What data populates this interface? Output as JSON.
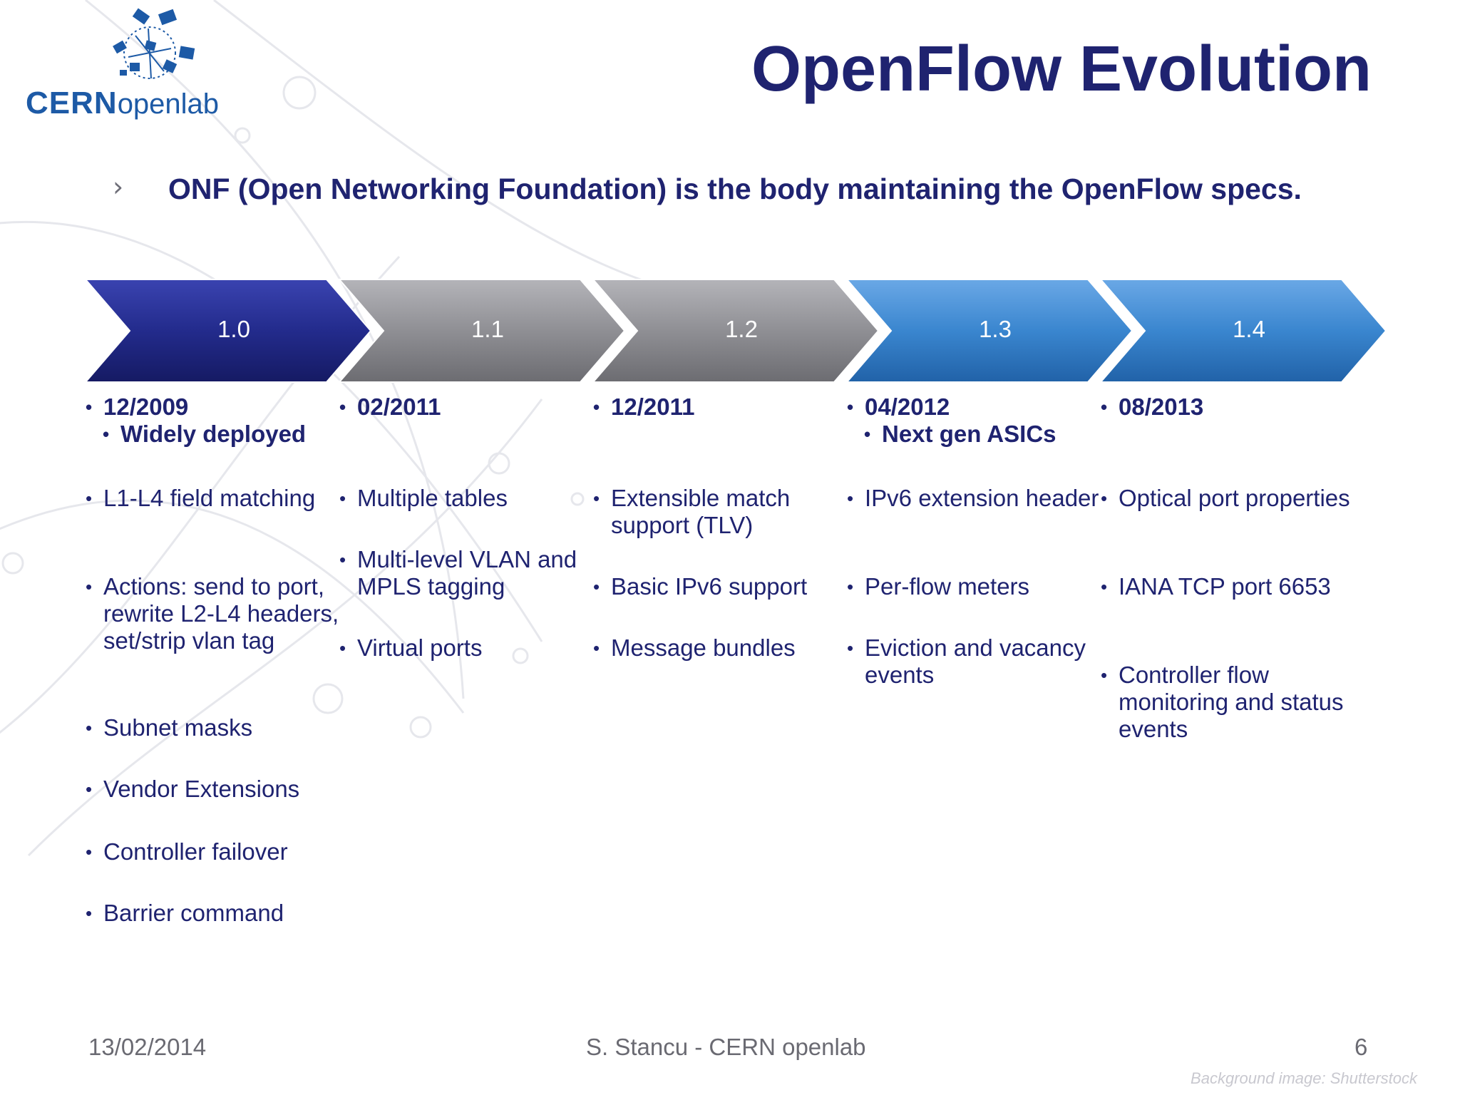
{
  "logo": {
    "cern": "CERN",
    "openlab": "openlab"
  },
  "title": "OpenFlow Evolution",
  "subtitle": "ONF (Open Networking Foundation) is the body maintaining the OpenFlow specs.",
  "colors": {
    "title": "#1f2370",
    "v1_0": "#232b8c",
    "v1_1": "#8f8f94",
    "v1_2": "#8f8f94",
    "v1_3": "#3a86cf",
    "v1_4": "#3a86cf"
  },
  "versions": [
    {
      "label": "1.0",
      "date": "12/2009",
      "note": "Widely deployed",
      "features": [
        "L1-L4 field matching",
        "Actions: send to port, rewrite L2-L4 headers, set/strip vlan tag",
        "Subnet masks",
        "Vendor Extensions",
        "Controller failover",
        "Barrier command"
      ]
    },
    {
      "label": "1.1",
      "date": "02/2011",
      "features": [
        "Multiple tables",
        "Multi-level VLAN and MPLS tagging",
        "Virtual ports"
      ]
    },
    {
      "label": "1.2",
      "date": "12/2011",
      "features": [
        "Extensible match support (TLV)",
        "Basic IPv6 support",
        "Message bundles"
      ]
    },
    {
      "label": "1.3",
      "date": "04/2012",
      "note": "Next gen ASICs",
      "features": [
        "IPv6 extension header",
        "Per-flow meters",
        "Eviction and vacancy events"
      ]
    },
    {
      "label": "1.4",
      "date": "08/2013",
      "features": [
        "Optical port properties",
        "IANA TCP port 6653",
        "Controller flow monitoring and status events"
      ]
    }
  ],
  "footer": {
    "date": "13/02/2014",
    "author": "S. Stancu - CERN openlab",
    "page": "6",
    "credit": "Background image: Shutterstock"
  }
}
